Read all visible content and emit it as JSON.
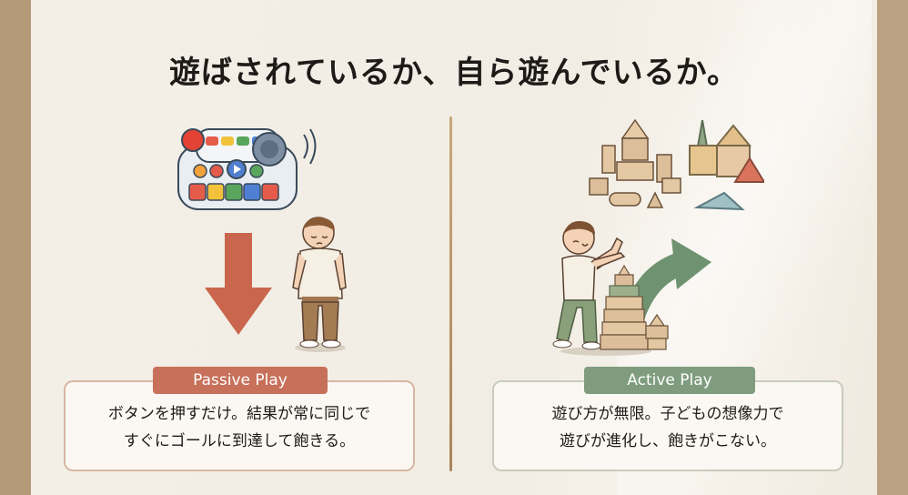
{
  "title": "遊ばされているか、自ら遊んでいるか。",
  "left": {
    "label": "Passive Play",
    "text_line1": "ボタンを押すだけ。結果が常に同じで",
    "text_line2": "すぐにゴールに到達して飽きる。",
    "colors": {
      "label": "#c7705a",
      "arrow": "#c9664d",
      "border": "#d8b6a3"
    }
  },
  "right": {
    "label": "Active Play",
    "text_line1": "遊び方が無限。子どもの想像力で",
    "text_line2": "遊びが進化し、飽きがこない。",
    "colors": {
      "label": "#7f9c7f",
      "arrow": "#6f9270",
      "border": "#c9cbbd"
    }
  }
}
